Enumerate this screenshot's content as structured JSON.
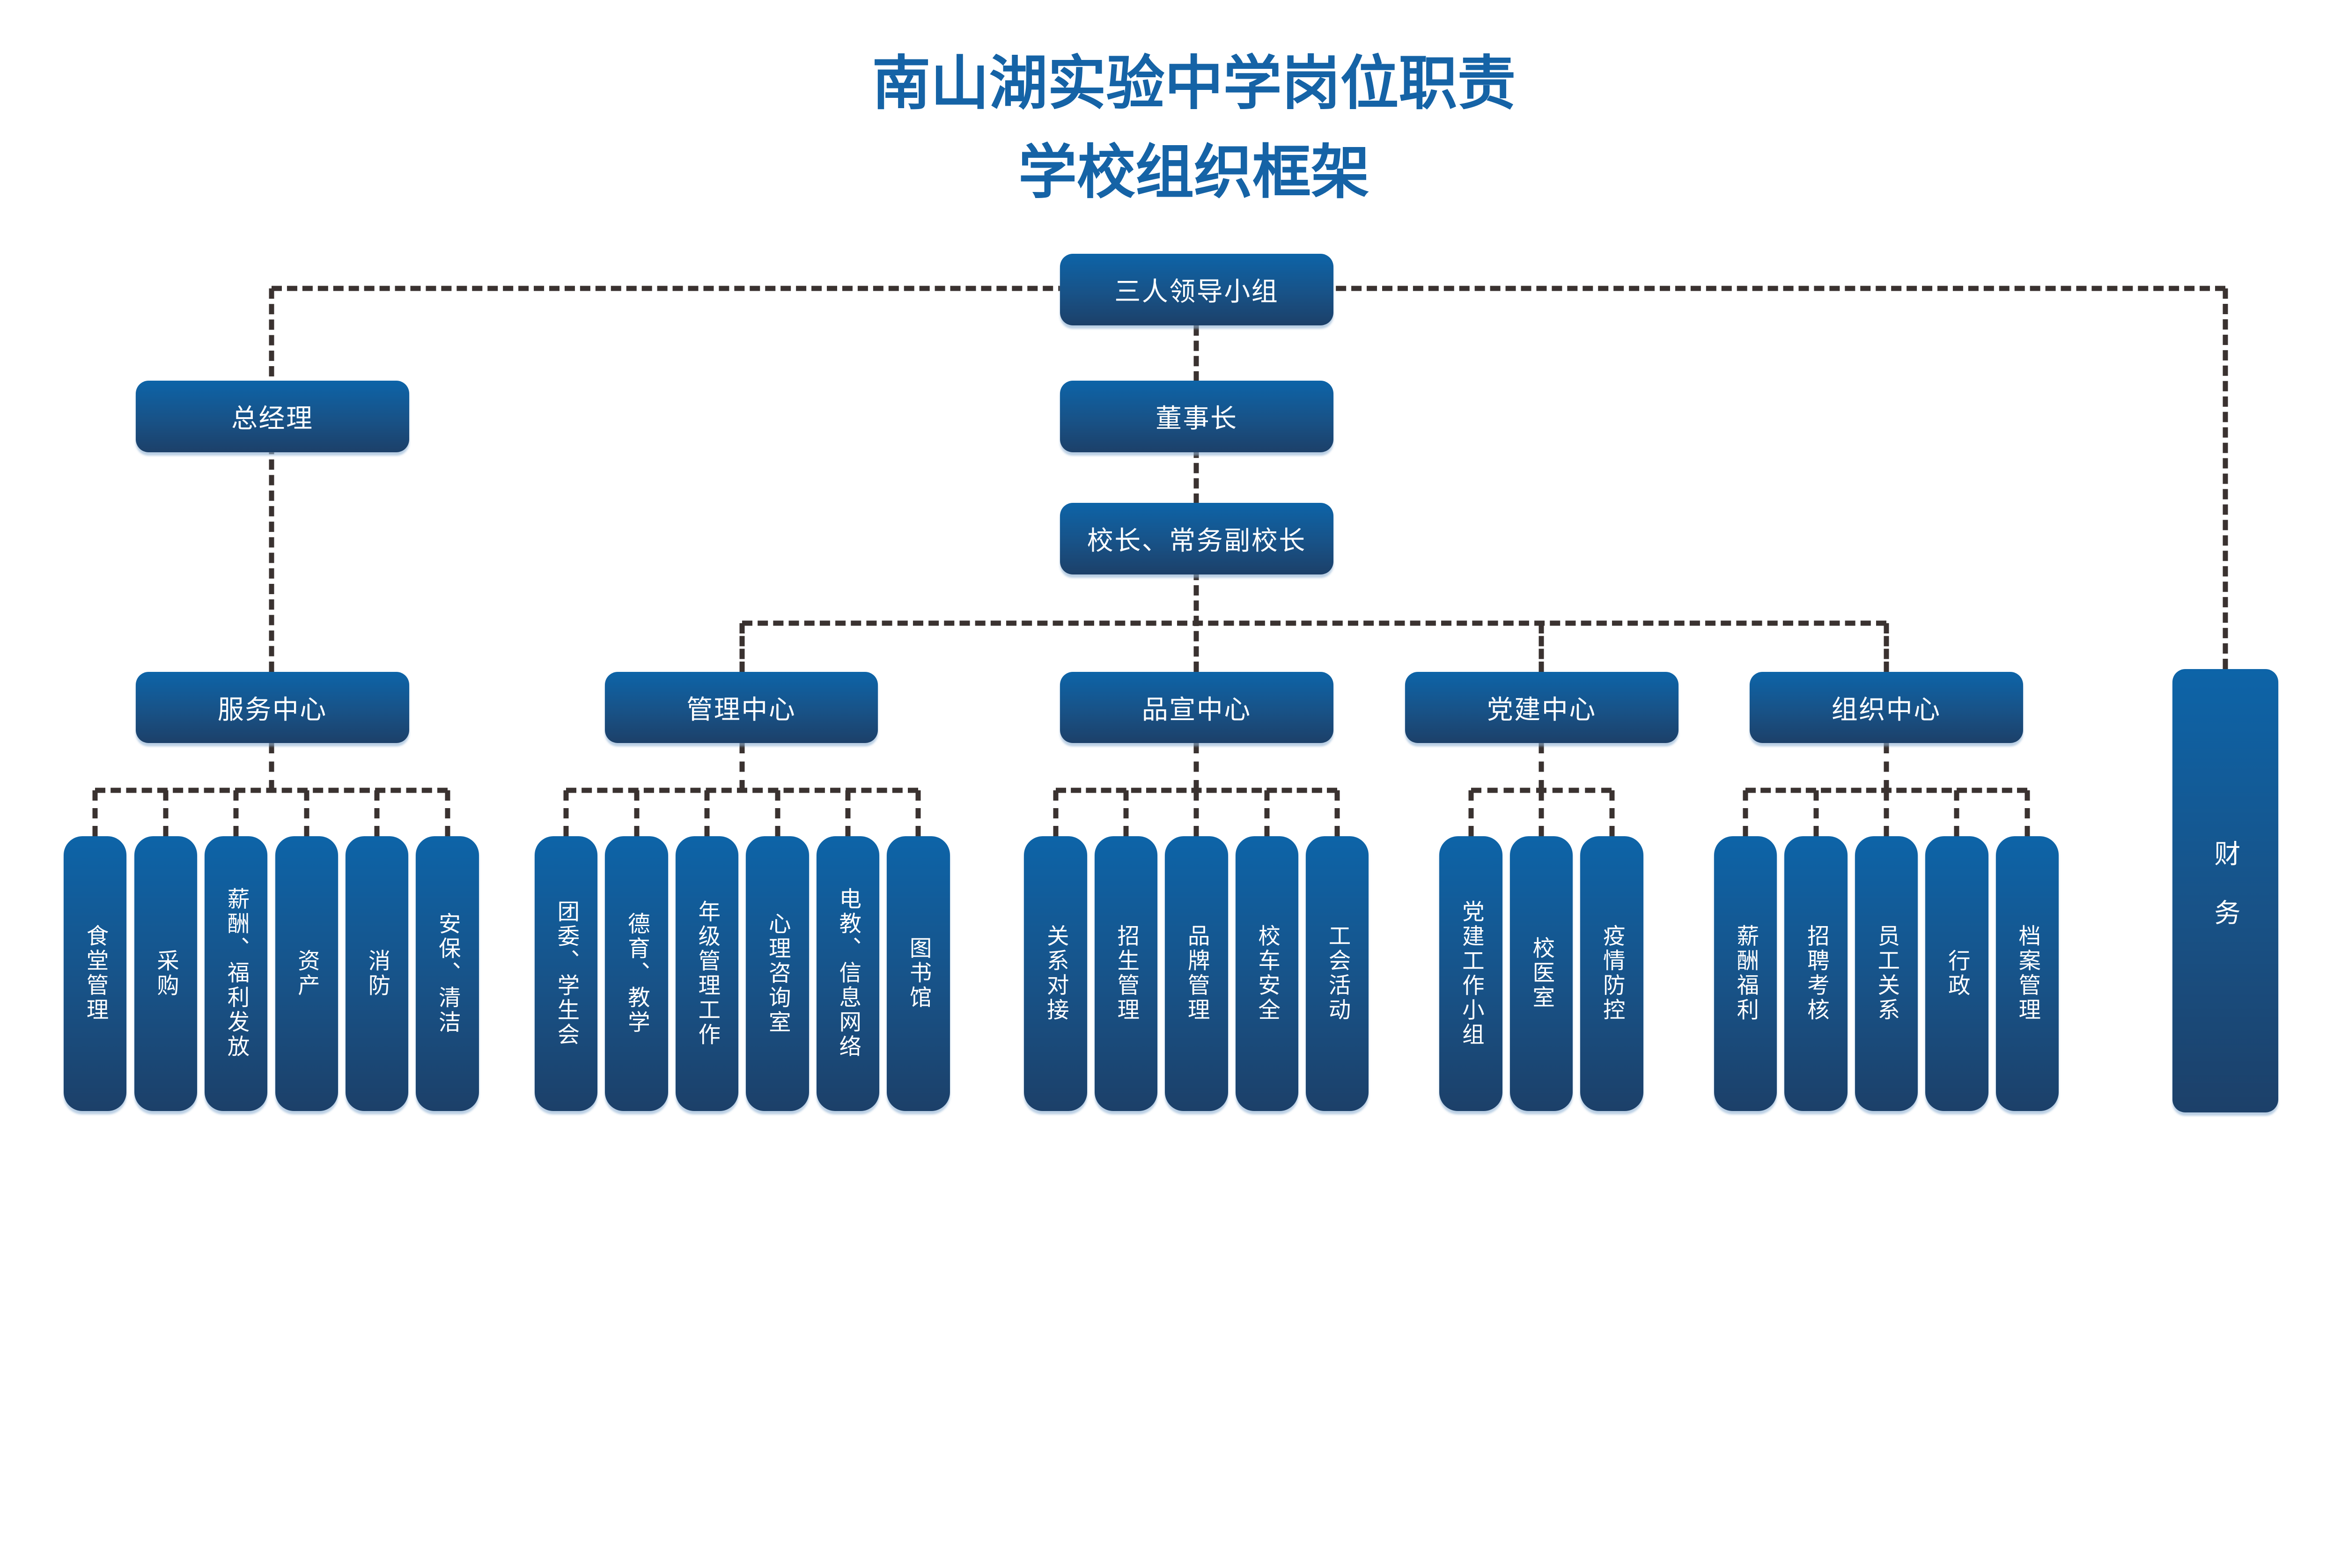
{
  "title": {
    "line1": "南山湖实验中学岗位职责",
    "line2": "学校组织框架"
  },
  "colors": {
    "title_text": "#1563a6",
    "box_gradient_top": "#0d64a8",
    "box_gradient_bottom": "#1c4069",
    "box_text": "#ffffff",
    "connector": "#3a3230",
    "background": "#ffffff"
  },
  "org": {
    "root": {
      "label": "三人领导小组"
    },
    "chairman": {
      "label": "董事长"
    },
    "principal": {
      "label": "校长、常务副校长"
    },
    "general_manager": {
      "label": "总经理"
    },
    "finance": {
      "label": "财务"
    },
    "centers": [
      {
        "label": "服务中心",
        "children": [
          "食堂管理",
          "采购",
          "薪酬、福利发放",
          "资产",
          "消防",
          "安保、清洁"
        ]
      },
      {
        "label": "管理中心",
        "children": [
          "团委、学生会",
          "德育、教学",
          "年级管理工作",
          "心理咨询室",
          "电教、信息网络",
          "图书馆"
        ]
      },
      {
        "label": "品宣中心",
        "children": [
          "关系对接",
          "招生管理",
          "品牌管理",
          "校车安全",
          "工会活动"
        ]
      },
      {
        "label": "党建中心",
        "children": [
          "党建工作小组",
          "校医室",
          "疫情防控"
        ]
      },
      {
        "label": "组织中心",
        "children": [
          "薪酬福利",
          "招聘考核",
          "员工关系",
          "行政",
          "档案管理"
        ]
      }
    ]
  }
}
